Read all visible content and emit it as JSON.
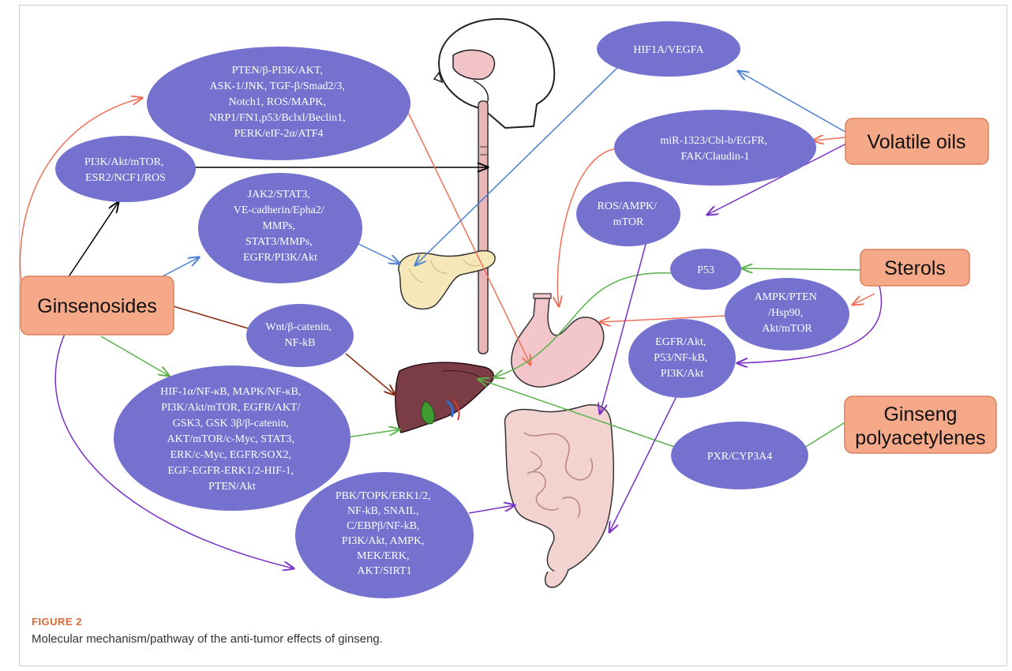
{
  "sources": {
    "ginsenosides": "Ginsenosides",
    "volatile_oils": "Volatile oils",
    "sterols": "Sterols",
    "polyacetylenes_1": "Ginseng",
    "polyacetylenes_2": "polyacetylenes"
  },
  "pathways": {
    "p1": [
      "PTEN/β-PI3K/AKT,",
      "ASK-1/JNK, TGF-β/Smad2/3,",
      "Notch1, ROS/MAPK,",
      "NRP1/FN1,p53/Bclxl/Beclin1,",
      "PERK/eIF-2α/ATF4"
    ],
    "p2": [
      "PI3K/Akt/mTOR,",
      "ESR2/NCF1/ROS"
    ],
    "p3": [
      "JAK2/STAT3,",
      "VE-cadherin/Epha2/",
      "MMPs,",
      "STAT3/MMPs,",
      "EGFR/PI3K/Akt"
    ],
    "p4": [
      "Wnt/β-catenin,",
      "NF-kB"
    ],
    "p5": [
      "HIF-1α/NF-κB, MAPK/NF-κB,",
      "PI3K/Akt/mTOR, EGFR/AKT/",
      "GSK3, GSK 3β/β-catenin,",
      "AKT/mTOR/c-Myc, STAT3,",
      "ERK/c-Myc, EGFR/SOX2,",
      "EGF-EGFR-ERK1/2-HIF-1,",
      "PTEN/Akt"
    ],
    "p6": [
      "PBK/TOPK/ERK1/2,",
      "NF-kB, SNAIL,",
      "C/EBPβ/NF-kB,",
      "PI3K/Akt, AMPK,",
      "MEK/ERK,",
      "AKT/SIRT1"
    ],
    "p7": [
      "HIF1A/VEGFA"
    ],
    "p8": [
      "miR-1323/Cbl-b/EGFR,",
      "FAK/Claudin-1"
    ],
    "p9": [
      "ROS/AMPK/",
      "mTOR"
    ],
    "p10": [
      "P53"
    ],
    "p11": [
      "AMPK/PTEN",
      "/Hsp90,",
      "Akt/mTOR"
    ],
    "p12": [
      "EGFR/Akt,",
      "P53/NF-kB,",
      "PI3K/Akt"
    ],
    "p13": [
      "PXR/CYP3A4"
    ]
  },
  "organs": [
    "head-and-esophagus",
    "pancreas",
    "stomach",
    "liver",
    "intestine"
  ],
  "colors": {
    "node_fill": "#7471cf",
    "source_fill": "#f5a989",
    "source_stroke": "#d9805f",
    "black": "#000000",
    "blue": "#4c7fd0",
    "red": "#f0705a",
    "brown": "#8b2d14",
    "green": "#5ab14a",
    "purple": "#7a2fc7"
  },
  "caption": {
    "label": "FIGURE 2",
    "text": "Molecular mechanism/pathway of the anti-tumor effects of ginseng."
  }
}
